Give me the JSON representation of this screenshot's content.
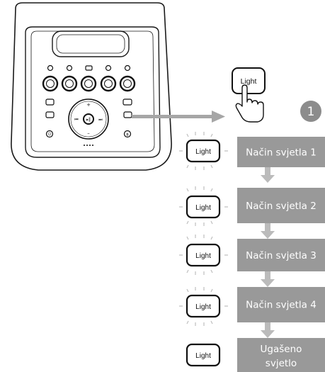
{
  "step_number": "1",
  "light_button_label": "Light",
  "modes": [
    {
      "label": "Način svjetla 1"
    },
    {
      "label": "Način svjetla 2"
    },
    {
      "label": "Način svjetla 3"
    },
    {
      "label": "Način svjetla 4"
    },
    {
      "label_line1": "Ugašeno",
      "label_line2": "svjetlo"
    }
  ],
  "colors": {
    "mode_box": "#999999",
    "arrow": "#a6a6a6",
    "outline": "#1a1a1a",
    "rays": "#bdbdbd"
  }
}
